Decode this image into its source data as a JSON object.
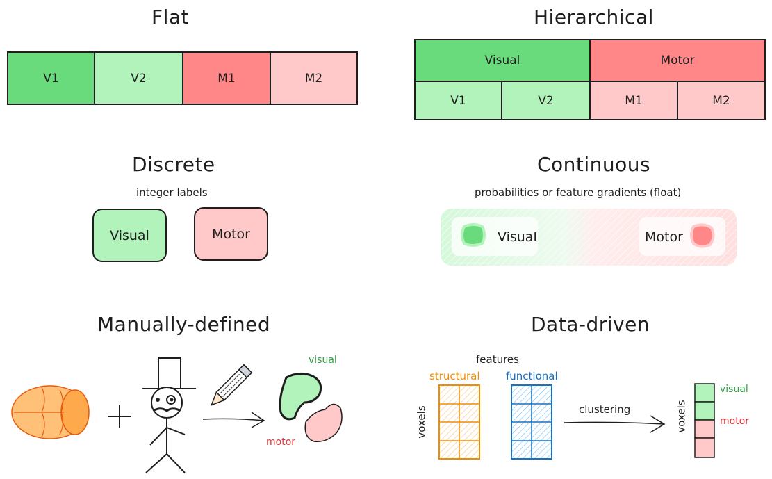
{
  "flat": {
    "title": "Flat",
    "cells": [
      "V1",
      "V2",
      "M1",
      "M2"
    ]
  },
  "hierarchical": {
    "title": "Hierarchical",
    "parents": [
      "Visual",
      "Motor"
    ],
    "children": [
      "V1",
      "V2",
      "M1",
      "M2"
    ]
  },
  "discrete": {
    "title": "Discrete",
    "subtitle": "integer labels",
    "labels": [
      "Visual",
      "Motor"
    ]
  },
  "continuous": {
    "title": "Continuous",
    "subtitle": "probabilities or feature gradients (float)",
    "labels": [
      "Visual",
      "Motor"
    ]
  },
  "manual": {
    "title": "Manually-defined",
    "labels": {
      "visual": "visual",
      "motor": "motor"
    }
  },
  "datadriven": {
    "title": "Data-driven",
    "features": "features",
    "structural": "structural",
    "functional": "functional",
    "voxels": "voxels",
    "clustering": "clustering",
    "labels": {
      "visual": "visual",
      "motor": "motor"
    }
  },
  "colors": {
    "green_dark": "#69db7c",
    "green_light": "#b2f2bb",
    "red_dark": "#ff8787",
    "red_light": "#ffc9c9",
    "structural": "#f08c00",
    "functional": "#1971c2",
    "label_green": "#2f9e44",
    "label_red": "#e03131",
    "brain": "#ffc078"
  }
}
